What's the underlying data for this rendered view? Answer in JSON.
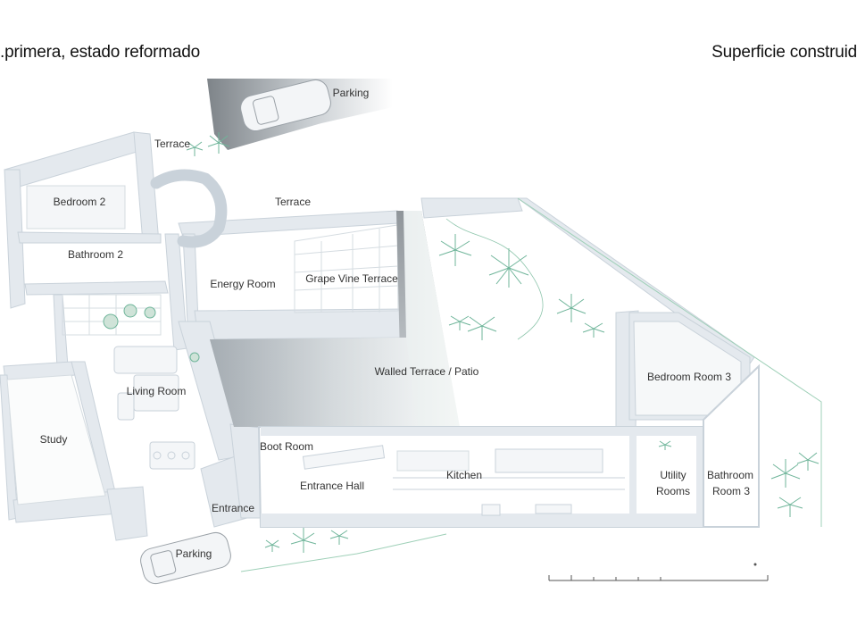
{
  "header": {
    "left_title": ".primera, estado reformado",
    "right_title": "Superficie construid"
  },
  "rooms": {
    "parking_top": "Parking",
    "terrace_top": "Terrace",
    "terrace_mid": "Terrace",
    "bedroom_2": "Bedroom 2",
    "bathroom_2": "Bathroom 2",
    "energy_room": "Energy Room",
    "grape_vine_terrace": "Grape Vine Terrace",
    "walled_terrace": "Walled Terrace / Patio",
    "living_room": "Living Room",
    "study": "Study",
    "boot_room": "Boot Room",
    "entrance_hall": "Entrance Hall",
    "kitchen": "Kitchen",
    "entrance": "Entrance",
    "parking_bottom": "Parking",
    "bedroom_room_3": "Bedroom Room 3",
    "utility_rooms_1": "Utility",
    "utility_rooms_2": "Rooms",
    "bathroom_room_3_1": "Bathroom",
    "bathroom_room_3_2": "Room 3"
  },
  "colors": {
    "wall": "#e4e9ee",
    "wall_edge": "#c9d2da",
    "shade_dark": "#8c9298",
    "plant": "#6fb59a",
    "line": "#c5cdd4"
  }
}
